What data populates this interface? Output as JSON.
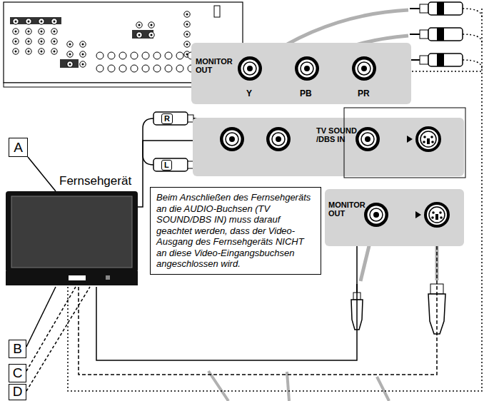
{
  "diagram": {
    "nodes": [
      {
        "text": [
          "MONITOR OUT",
          "Y",
          "PB",
          "PR"
        ]
      },
      {
        "text": [
          "TV SOUND /DBS IN"
        ]
      },
      {
        "text": [
          "A"
        ]
      },
      {
        "text": [
          "Fernsehgerät"
        ]
      },
      {
        "text": [
          "Beim Anschließen des Fernsehgeräts an die AUDIO-Buchsen (TV SOUND/DBS IN) muss darauf geachtet werden, dass der Video-Ausgang des Fernsehgeräts NICHT an diese Video-Eingangsbuchsen angeschlossen wird."
        ]
      },
      {
        "text": [
          "MONITOR OUT"
        ]
      },
      {
        "text": [
          "B"
        ]
      },
      {
        "text": [
          "C"
        ]
      },
      {
        "text": [
          "D"
        ]
      }
    ],
    "edges": [
      {
        "from": 2,
        "to": 3,
        "arrow": "none"
      },
      {
        "from": 6,
        "to": 3,
        "arrow": "none"
      },
      {
        "from": 7,
        "to": 3,
        "arrow": "none"
      },
      {
        "from": 8,
        "to": 3,
        "arrow": "none"
      },
      {
        "from": 3,
        "to": 1,
        "arrow": "none"
      },
      {
        "from": 3,
        "to": 5,
        "arrow": "none"
      },
      {
        "from": 3,
        "to": 5,
        "arrow": "none"
      },
      {
        "from": 3,
        "to": 0,
        "arrow": "none"
      }
    ],
    "labels": [
      "R",
      "L"
    ]
  }
}
